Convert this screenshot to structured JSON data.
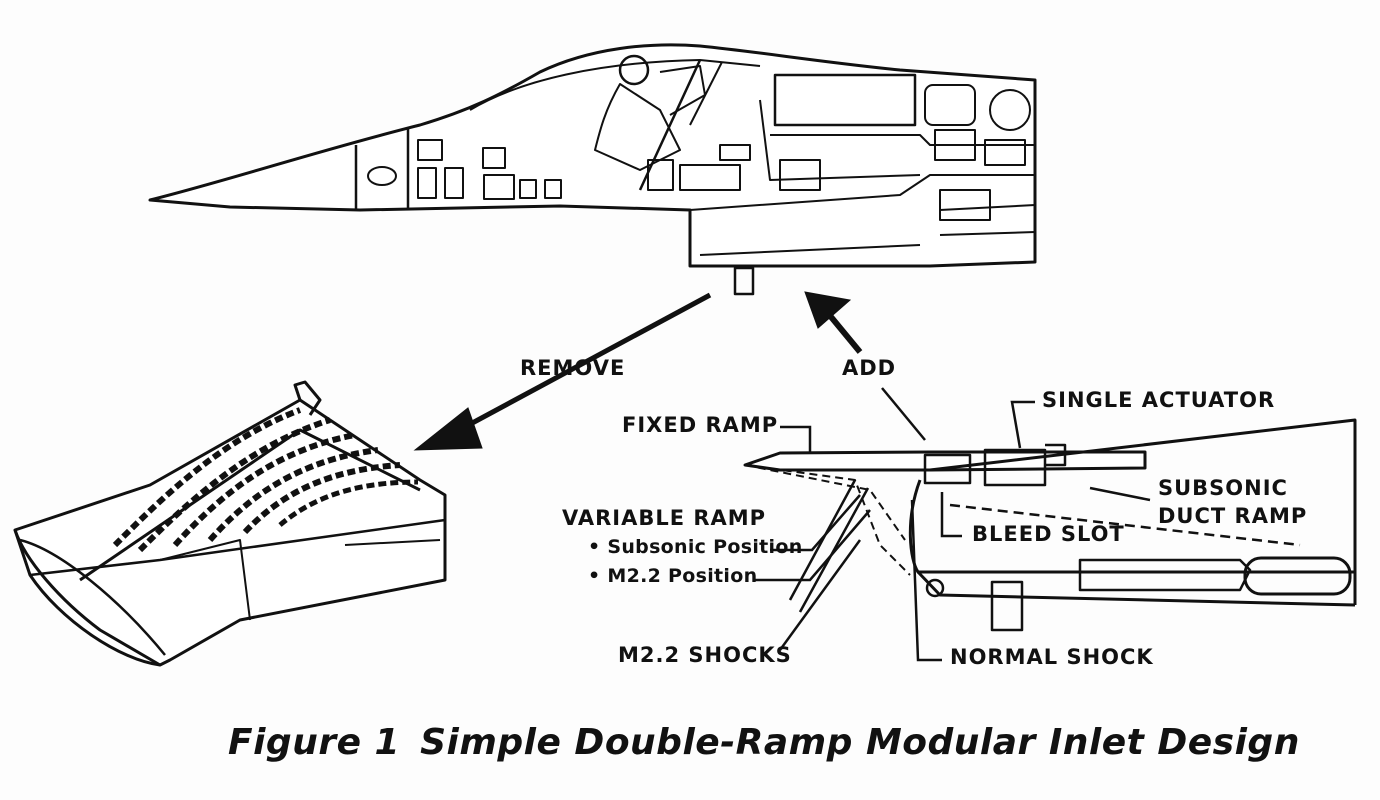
{
  "labels": {
    "remove": "REMOVE",
    "add": "ADD",
    "fixed_ramp": "FIXED RAMP",
    "single_actuator": "SINGLE ACTUATOR",
    "subsonic_duct_ramp_line1": "SUBSONIC",
    "subsonic_duct_ramp_line2": "DUCT RAMP",
    "bleed_slot": "BLEED SLOT",
    "variable_ramp": "VARIABLE RAMP",
    "subsonic_position": "• Subsonic Position",
    "m22_position": "• M2.2 Position",
    "m22_shocks": "M2.2 SHOCKS",
    "normal_shock": "NORMAL SHOCK"
  },
  "caption": {
    "number": "Figure 1",
    "title": "Simple Double-Ramp Modular Inlet Design"
  }
}
